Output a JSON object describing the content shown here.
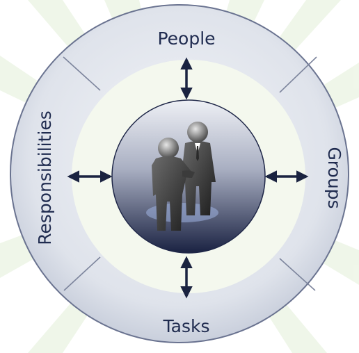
{
  "diagram": {
    "labels": {
      "top": "People",
      "right": "Groups",
      "bottom": "Tasks",
      "left": "Responsibilities"
    },
    "icon": "business-people-handshake-icon",
    "colors": {
      "outer_ring": "#d9dde6",
      "outer_ring_edge": "#6a7390",
      "inner_ring": "#f4f8ee",
      "hub_top": "#e8ebf2",
      "hub_bottom": "#1d2545",
      "arrow": "#1a2340",
      "label": "#1f2b4f",
      "background_stripes": "#e9f3e1"
    }
  }
}
